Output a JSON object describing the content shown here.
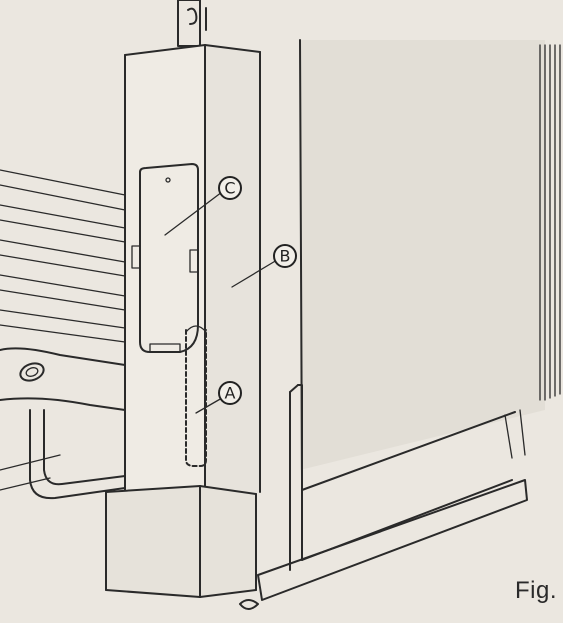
{
  "callouts": {
    "a": "A",
    "b": "B",
    "c": "C"
  },
  "caption": "Fig."
}
